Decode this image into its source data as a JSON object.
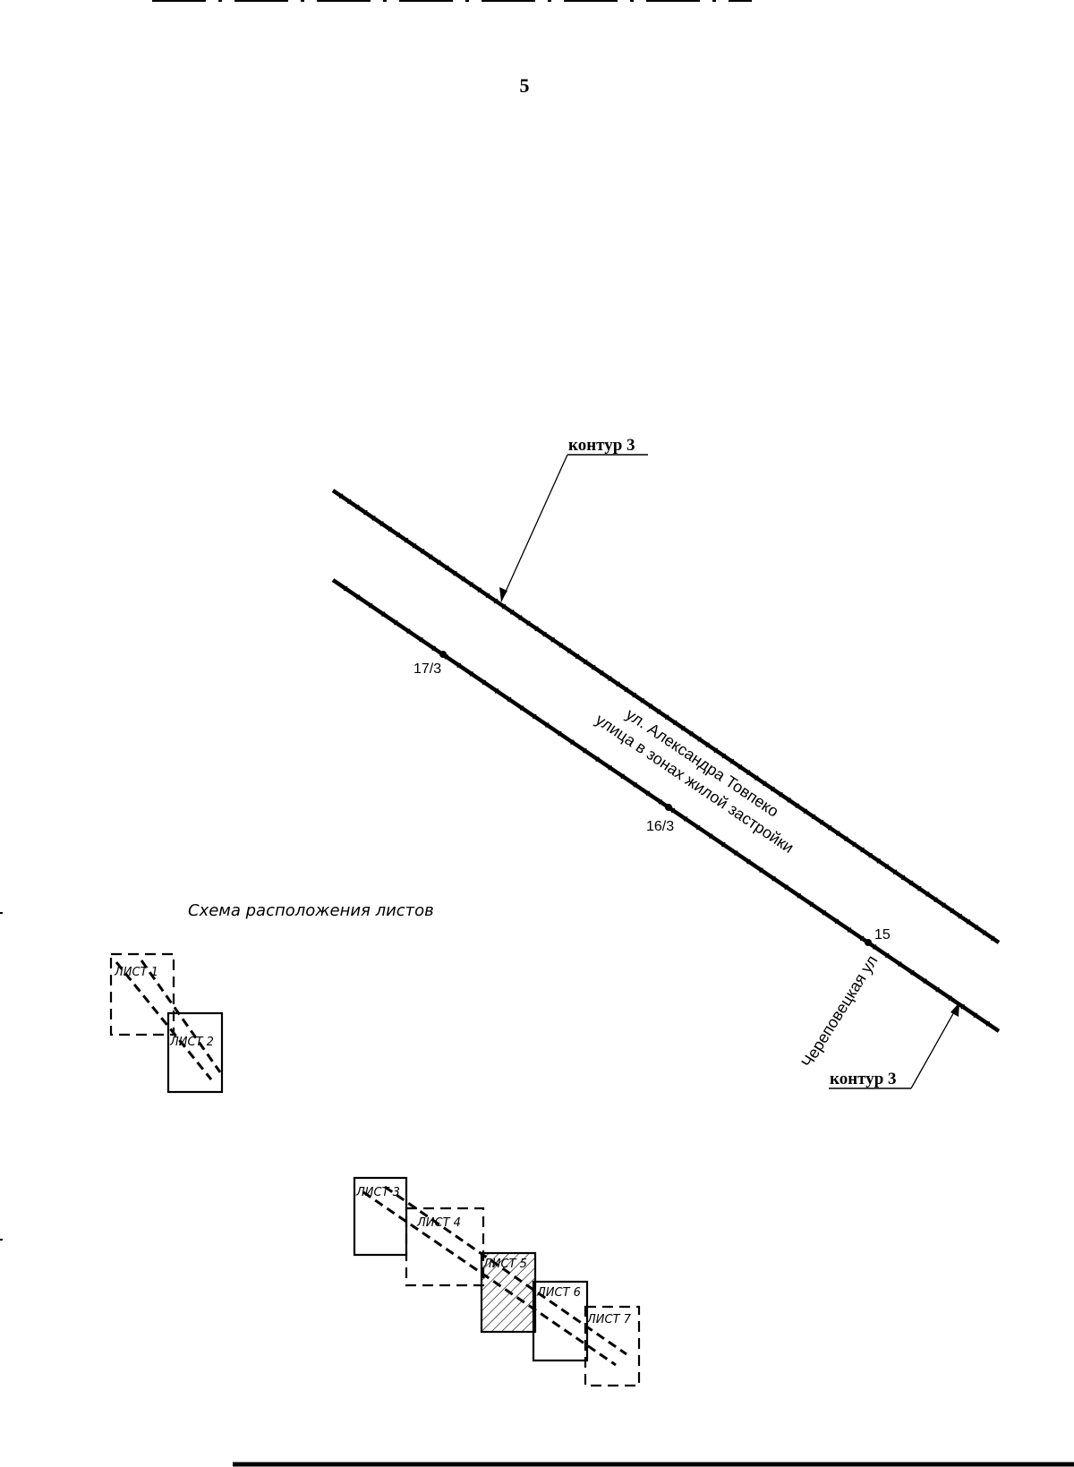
{
  "page_number": "5",
  "contour": {
    "top_label": "контур 3",
    "bottom_label": "контур 3"
  },
  "street": {
    "name": "ул. Александра Товпеко",
    "zone": "улица в зонах жилой застройки",
    "cross_street": "Череповецкая ул"
  },
  "points": [
    {
      "label": "17/3"
    },
    {
      "label": "16/3"
    },
    {
      "label": "15"
    }
  ],
  "sheet_scheme": {
    "title": "Схема расположения листов",
    "sheets": [
      {
        "label": "ЛИСТ 1",
        "highlighted": false
      },
      {
        "label": "ЛИСТ 2",
        "highlighted": false
      },
      {
        "label": "ЛИСТ 3",
        "highlighted": false
      },
      {
        "label": "ЛИСТ 4",
        "highlighted": false
      },
      {
        "label": "ЛИСТ 5",
        "highlighted": true
      },
      {
        "label": "ЛИСТ 6",
        "highlighted": false
      },
      {
        "label": "ЛИСТ 7",
        "highlighted": false
      }
    ]
  },
  "colors": {
    "ink": "#000000",
    "paper": "#ffffff"
  }
}
